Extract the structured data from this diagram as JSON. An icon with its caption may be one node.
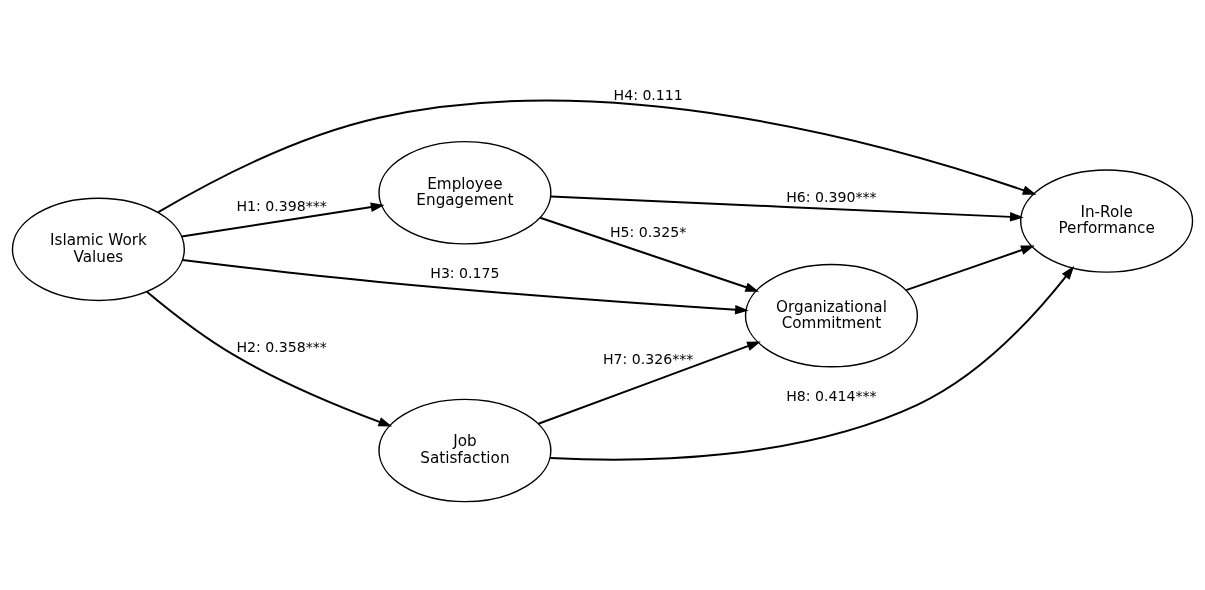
{
  "diagram": {
    "nodes": [
      {
        "text": [
          "Employee Engagement"
        ]
      },
      {
        "text": [
          "Islamic Work Values"
        ]
      },
      {
        "text": [
          "Organizational Commitment"
        ]
      },
      {
        "text": [
          "In-Role Performance"
        ]
      },
      {
        "text": [
          "Job Satisfaction"
        ]
      }
    ],
    "edges": [
      {
        "from": 1,
        "to": 0,
        "arrow": "to",
        "label": "H1: 0.398***"
      },
      {
        "from": 1,
        "to": 2,
        "arrow": "to",
        "label": "H3: 0.175"
      },
      {
        "from": 1,
        "to": 4,
        "arrow": "to",
        "label": "H2: 0.358***"
      },
      {
        "from": 1,
        "to": 3,
        "arrow": "to",
        "label": "H4: 0.111"
      },
      {
        "from": 0,
        "to": 2,
        "arrow": "to",
        "label": "H5: 0.325*"
      },
      {
        "from": 0,
        "to": 3,
        "arrow": "to",
        "label": "H6: 0.390***"
      },
      {
        "from": 2,
        "to": 3,
        "arrow": "to"
      },
      {
        "from": 4,
        "to": 2,
        "arrow": "to",
        "label": "H7: 0.326***"
      },
      {
        "from": 4,
        "to": 3,
        "arrow": "to",
        "label": "H8: 0.414***"
      }
    ]
  }
}
